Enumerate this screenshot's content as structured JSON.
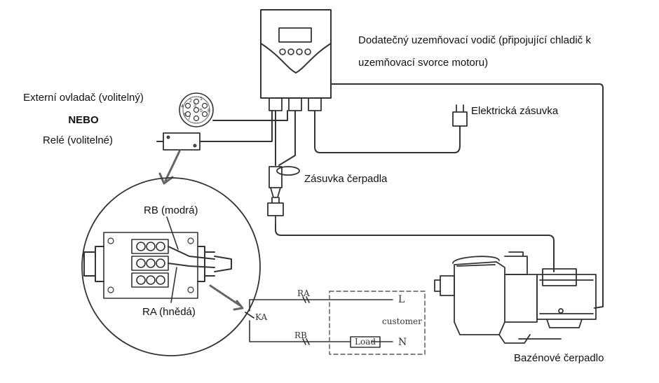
{
  "labels": {
    "ground_line1": "Dodatečný uzemňovací vodič (připojující chladič k",
    "ground_line2": "uzemňovací svorce motoru)",
    "external_controller": "Externí ovladač (volitelný)",
    "or": "NEBO",
    "relay": "Relé (volitelné)",
    "socket": "Elektrická zásuvka",
    "pump_socket": "Zásuvka čerpadla",
    "rb": "RB (modrá)",
    "ra": "RA (hnědá)",
    "pool_pump": "Bazénové čerpadlo"
  },
  "schematic": {
    "ra": "RA",
    "rb": "RB",
    "ka": "KA",
    "l": "L",
    "n": "N",
    "customer": "customer",
    "load": "Load"
  },
  "connector_pins": [
    "1",
    "2",
    "3",
    "4",
    "5",
    "6",
    "7",
    "8"
  ],
  "colors": {
    "line": "#333333",
    "dashed": "#555555"
  }
}
